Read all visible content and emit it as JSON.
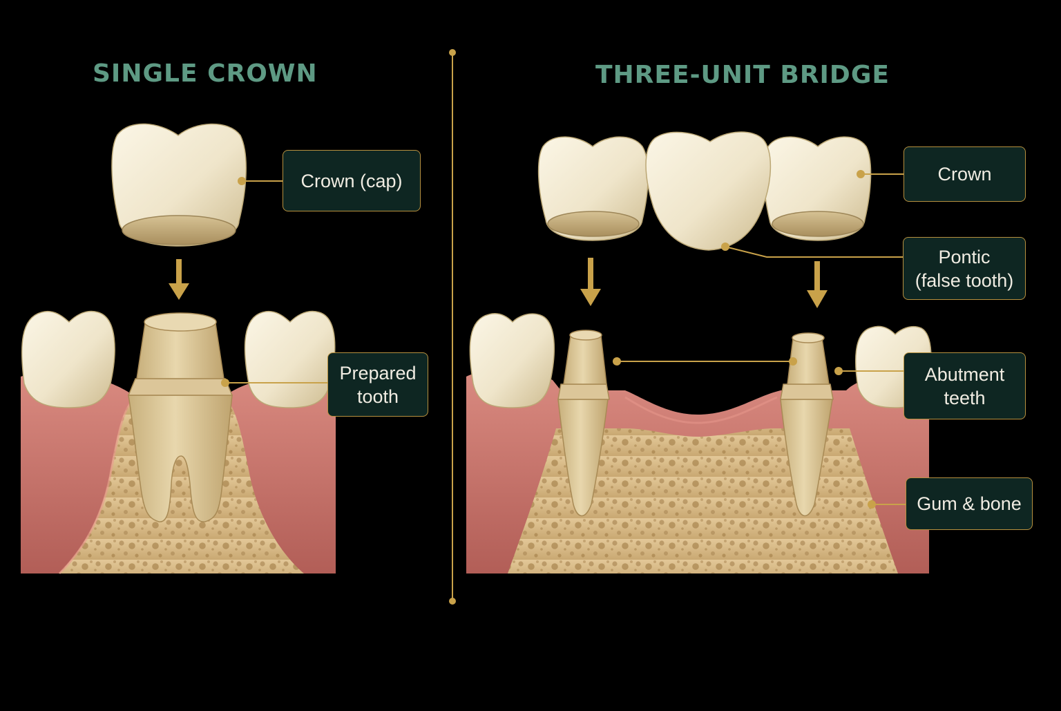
{
  "panels": {
    "single": {
      "title": "SINGLE CROWN"
    },
    "bridge": {
      "title": "THREE-UNIT BRIDGE"
    }
  },
  "labels": {
    "crown_cap": [
      "Crown (cap)"
    ],
    "prepared_tooth": [
      "Prepared",
      "tooth"
    ],
    "crown": [
      "Crown"
    ],
    "pontic": [
      "Pontic",
      "(false tooth)"
    ],
    "abutment_teeth": [
      "Abutment",
      "teeth"
    ],
    "gum_bone": [
      "Gum & bone"
    ]
  },
  "colors": {
    "background": "#000000",
    "title": "#5e9a84",
    "accent": "#c9a24a",
    "label_bg": "#0e2622",
    "enamel": "#efe6cf",
    "dentin": "#d8c394",
    "gum": "#c7716a",
    "bone": "#d8b988"
  }
}
